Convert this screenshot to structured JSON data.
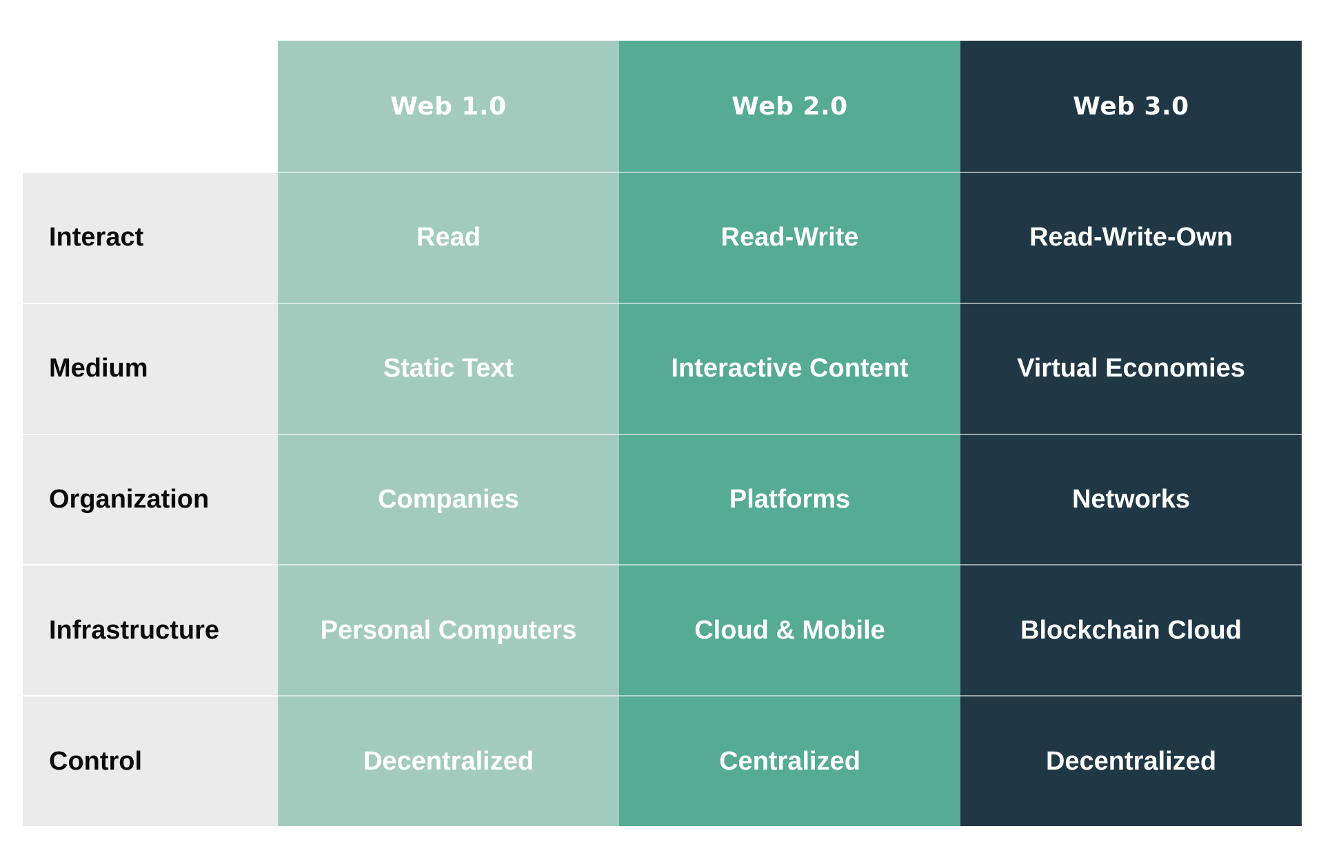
{
  "colors": {
    "web1": "#a3cbbd",
    "web2": "#56ab94",
    "web3": "#203845",
    "label_bg": "#ebebeb"
  },
  "columns": [
    {
      "label": "Web 1.0"
    },
    {
      "label": "Web 2.0"
    },
    {
      "label": "Web 3.0"
    }
  ],
  "rows": [
    {
      "label": "Interact",
      "values": [
        "Read",
        "Read-Write",
        "Read-Write-Own"
      ]
    },
    {
      "label": "Medium",
      "values": [
        "Static Text",
        "Interactive Content",
        "Virtual Economies"
      ]
    },
    {
      "label": "Organization",
      "values": [
        "Companies",
        "Platforms",
        "Networks"
      ]
    },
    {
      "label": "Infrastructure",
      "values": [
        "Personal Computers",
        "Cloud & Mobile",
        "Blockchain Cloud"
      ]
    },
    {
      "label": "Control",
      "values": [
        "Decentralized",
        "Centralized",
        "Decentralized"
      ]
    }
  ]
}
